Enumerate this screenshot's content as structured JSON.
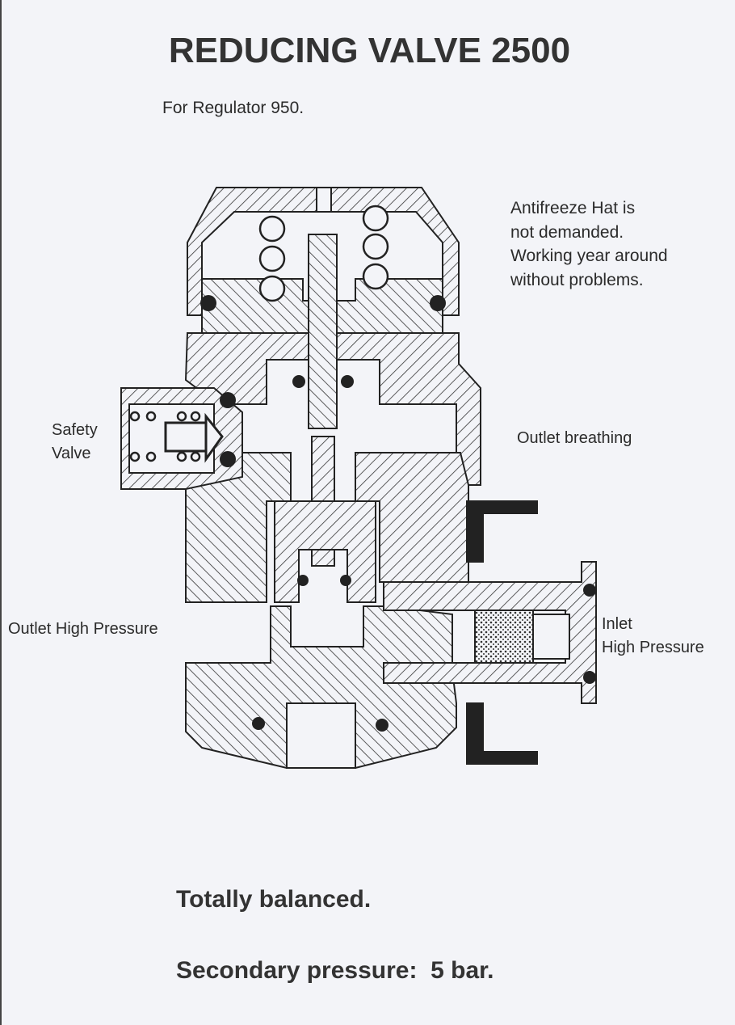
{
  "title": "REDUCING VALVE 2500",
  "subtitle": "For Regulator 950.",
  "note": [
    "Antifreeze Hat is",
    "not demanded.",
    "Working year around",
    "without problems."
  ],
  "labels": {
    "safety_valve": [
      "Safety",
      "Valve"
    ],
    "outlet_breathing": "Outlet breathing",
    "outlet_high_pressure": "Outlet High Pressure",
    "inlet_high_pressure": [
      "Inlet",
      "High Pressure"
    ]
  },
  "footer": {
    "balanced": "Totally balanced.",
    "secondary_pressure": "Secondary pressure:  5 bar."
  },
  "colors": {
    "ink": "#2b2b2b",
    "paper": "#f3f4f8"
  }
}
